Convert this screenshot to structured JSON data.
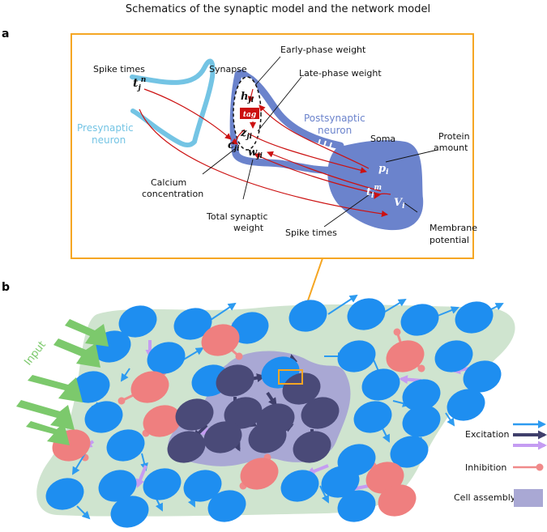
{
  "title": "Schematics of the synaptic model and the network model",
  "panels": {
    "a": "a",
    "b": "b"
  },
  "panel_a": {
    "spike_times_pre": "Spike times",
    "synapse": "Synapse",
    "early_phase_weight": "Early-phase weight",
    "late_phase_weight": "Late-phase weight",
    "presynaptic_neuron": [
      "Presynaptic",
      "neuron"
    ],
    "postsynaptic_neuron": [
      "Postsynaptic",
      "neuron"
    ],
    "soma": "Soma",
    "protein_amount": [
      "Protein",
      "amount"
    ],
    "calcium_concentration": [
      "Calcium",
      "concentration"
    ],
    "total_synaptic_weight": [
      "Total synaptic",
      "weight"
    ],
    "spike_times_post": "Spike times",
    "membrane_potential": [
      "Membrane",
      "potential"
    ],
    "symbols": {
      "t_pre": "t",
      "t_pre_sub": "j",
      "t_pre_sup": "n",
      "h": "h",
      "h_sub": "ji",
      "tag": "tag",
      "z": "z",
      "z_sub": "ji",
      "c": "c",
      "c_sub": "ji",
      "w": "w",
      "w_sub": "ji",
      "p": "p",
      "p_sub": "i",
      "t_post": "t",
      "t_post_sub": "i",
      "t_post_sup": "m",
      "v": "V",
      "v_sub": "i"
    }
  },
  "panel_b": {
    "input_label": "Input",
    "legend": [
      {
        "label": "Excitation",
        "key": "excitation"
      },
      {
        "label": "Inhibition",
        "key": "inhibition"
      },
      {
        "label": "Cell assembly",
        "key": "assembly"
      }
    ]
  },
  "colors": {
    "pre_neuron": "#74c4e4",
    "post_neuron": "#6b83cc",
    "arrow_red": "#cc1111",
    "tag_red": "#cc1111",
    "box_orange": "#f5a623",
    "excitatory": "#1e8ef0",
    "inhibitory": "#ef7f7f",
    "assembly_neuron": "#4a4a78",
    "assembly_area": "#a9a8d4",
    "background_area": "#cfe4cf",
    "exc_arrow": "#2d9bf0",
    "inh_line": "#f08a8a",
    "input_arrow": "#7cc96c",
    "purple_arrow": "#c59cf2"
  }
}
